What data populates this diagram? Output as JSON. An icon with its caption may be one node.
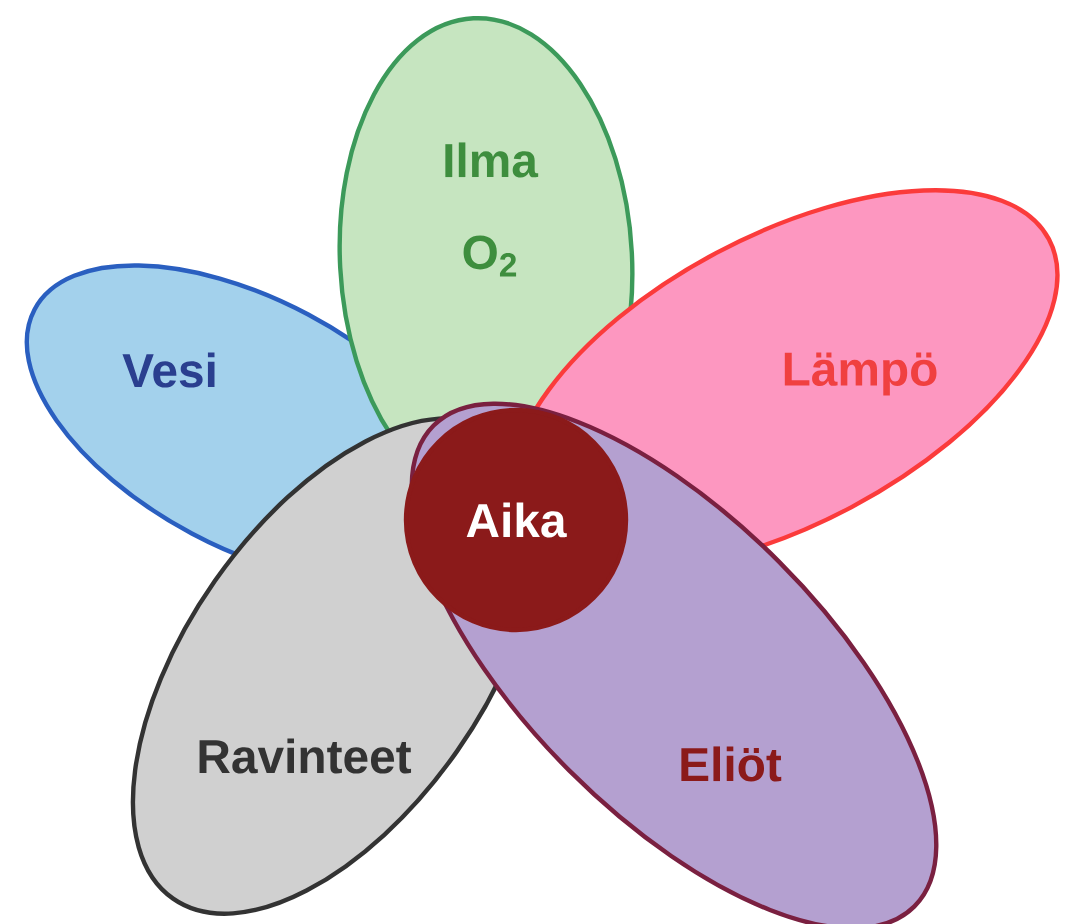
{
  "diagram": {
    "nodes": [
      {
        "text": [
          "Vesi"
        ]
      },
      {
        "text": [
          "Ilma",
          "O$_{2}$"
        ]
      },
      {
        "text": [
          "Lämpö"
        ]
      },
      {
        "text": [
          "Ravinteet"
        ]
      },
      {
        "text": [
          "Eliöt"
        ]
      },
      {
        "text": [
          "Aika"
        ],
        "in": 4
      }
    ]
  }
}
